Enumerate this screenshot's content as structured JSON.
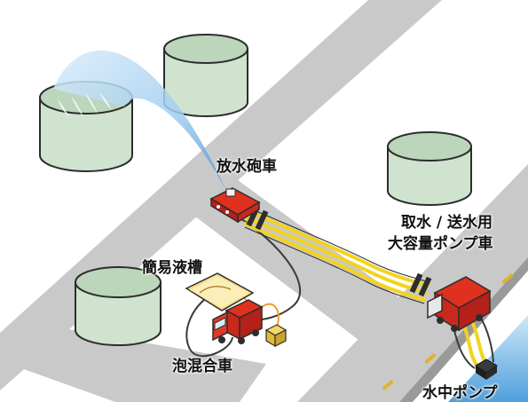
{
  "labels": {
    "water_cannon": "放水砲車",
    "high_volume_line1": "取水 / 送水用",
    "high_volume_line2": "大容量ポンプ車",
    "foam_tank": "簡易液槽",
    "foam_truck": "泡混合車",
    "submersible_pump": "水中ポンプ"
  },
  "colors": {
    "road": "#c9c9c9",
    "tank": "#cfe3cf",
    "truck": "#e0301e",
    "hose": "#f3d31c",
    "water": "#8fc4ea"
  }
}
